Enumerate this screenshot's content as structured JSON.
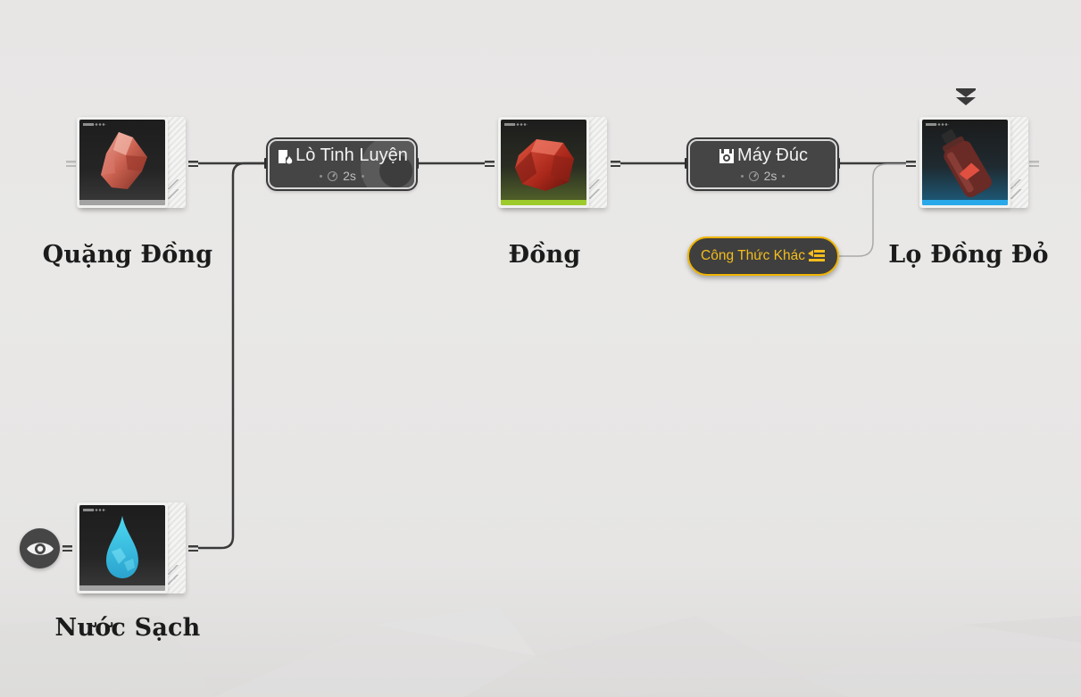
{
  "items": {
    "copper_ore": {
      "label": "Quặng Đồng",
      "icon": "copper-ore-crystal-icon",
      "rarity_color": "#a3a3a3"
    },
    "copper": {
      "label": "Đồng",
      "icon": "copper-chunk-icon",
      "rarity_color": "#9ccb2b"
    },
    "clean_water": {
      "label": "Nước Sạch",
      "icon": "water-drop-icon",
      "rarity_color": "#a3a3a3"
    },
    "red_copper_bottle": {
      "label": "Lọ Đồng Đỏ",
      "icon": "bottle-icon",
      "rarity_color": "#29a9ea"
    }
  },
  "machines": {
    "smelter": {
      "label": "Lò Tinh Luyện",
      "icon": "smelter-icon",
      "time": "2s"
    },
    "caster": {
      "label": "Máy Đúc",
      "icon": "casting-machine-icon",
      "time": "2s"
    }
  },
  "alt_recipe": {
    "label": "Công Thức Khác",
    "icon": "list-arrow-icon",
    "accent": "#f0b400"
  },
  "visibility_toggle": {
    "icon": "eye-icon"
  },
  "target_marker": {
    "icon": "double-chevron-down-icon"
  },
  "colors": {
    "background": "#e8e7e6",
    "wire": "#3a3a3a",
    "machine_bg": "#454545",
    "label_text": "#1b1b1b"
  }
}
